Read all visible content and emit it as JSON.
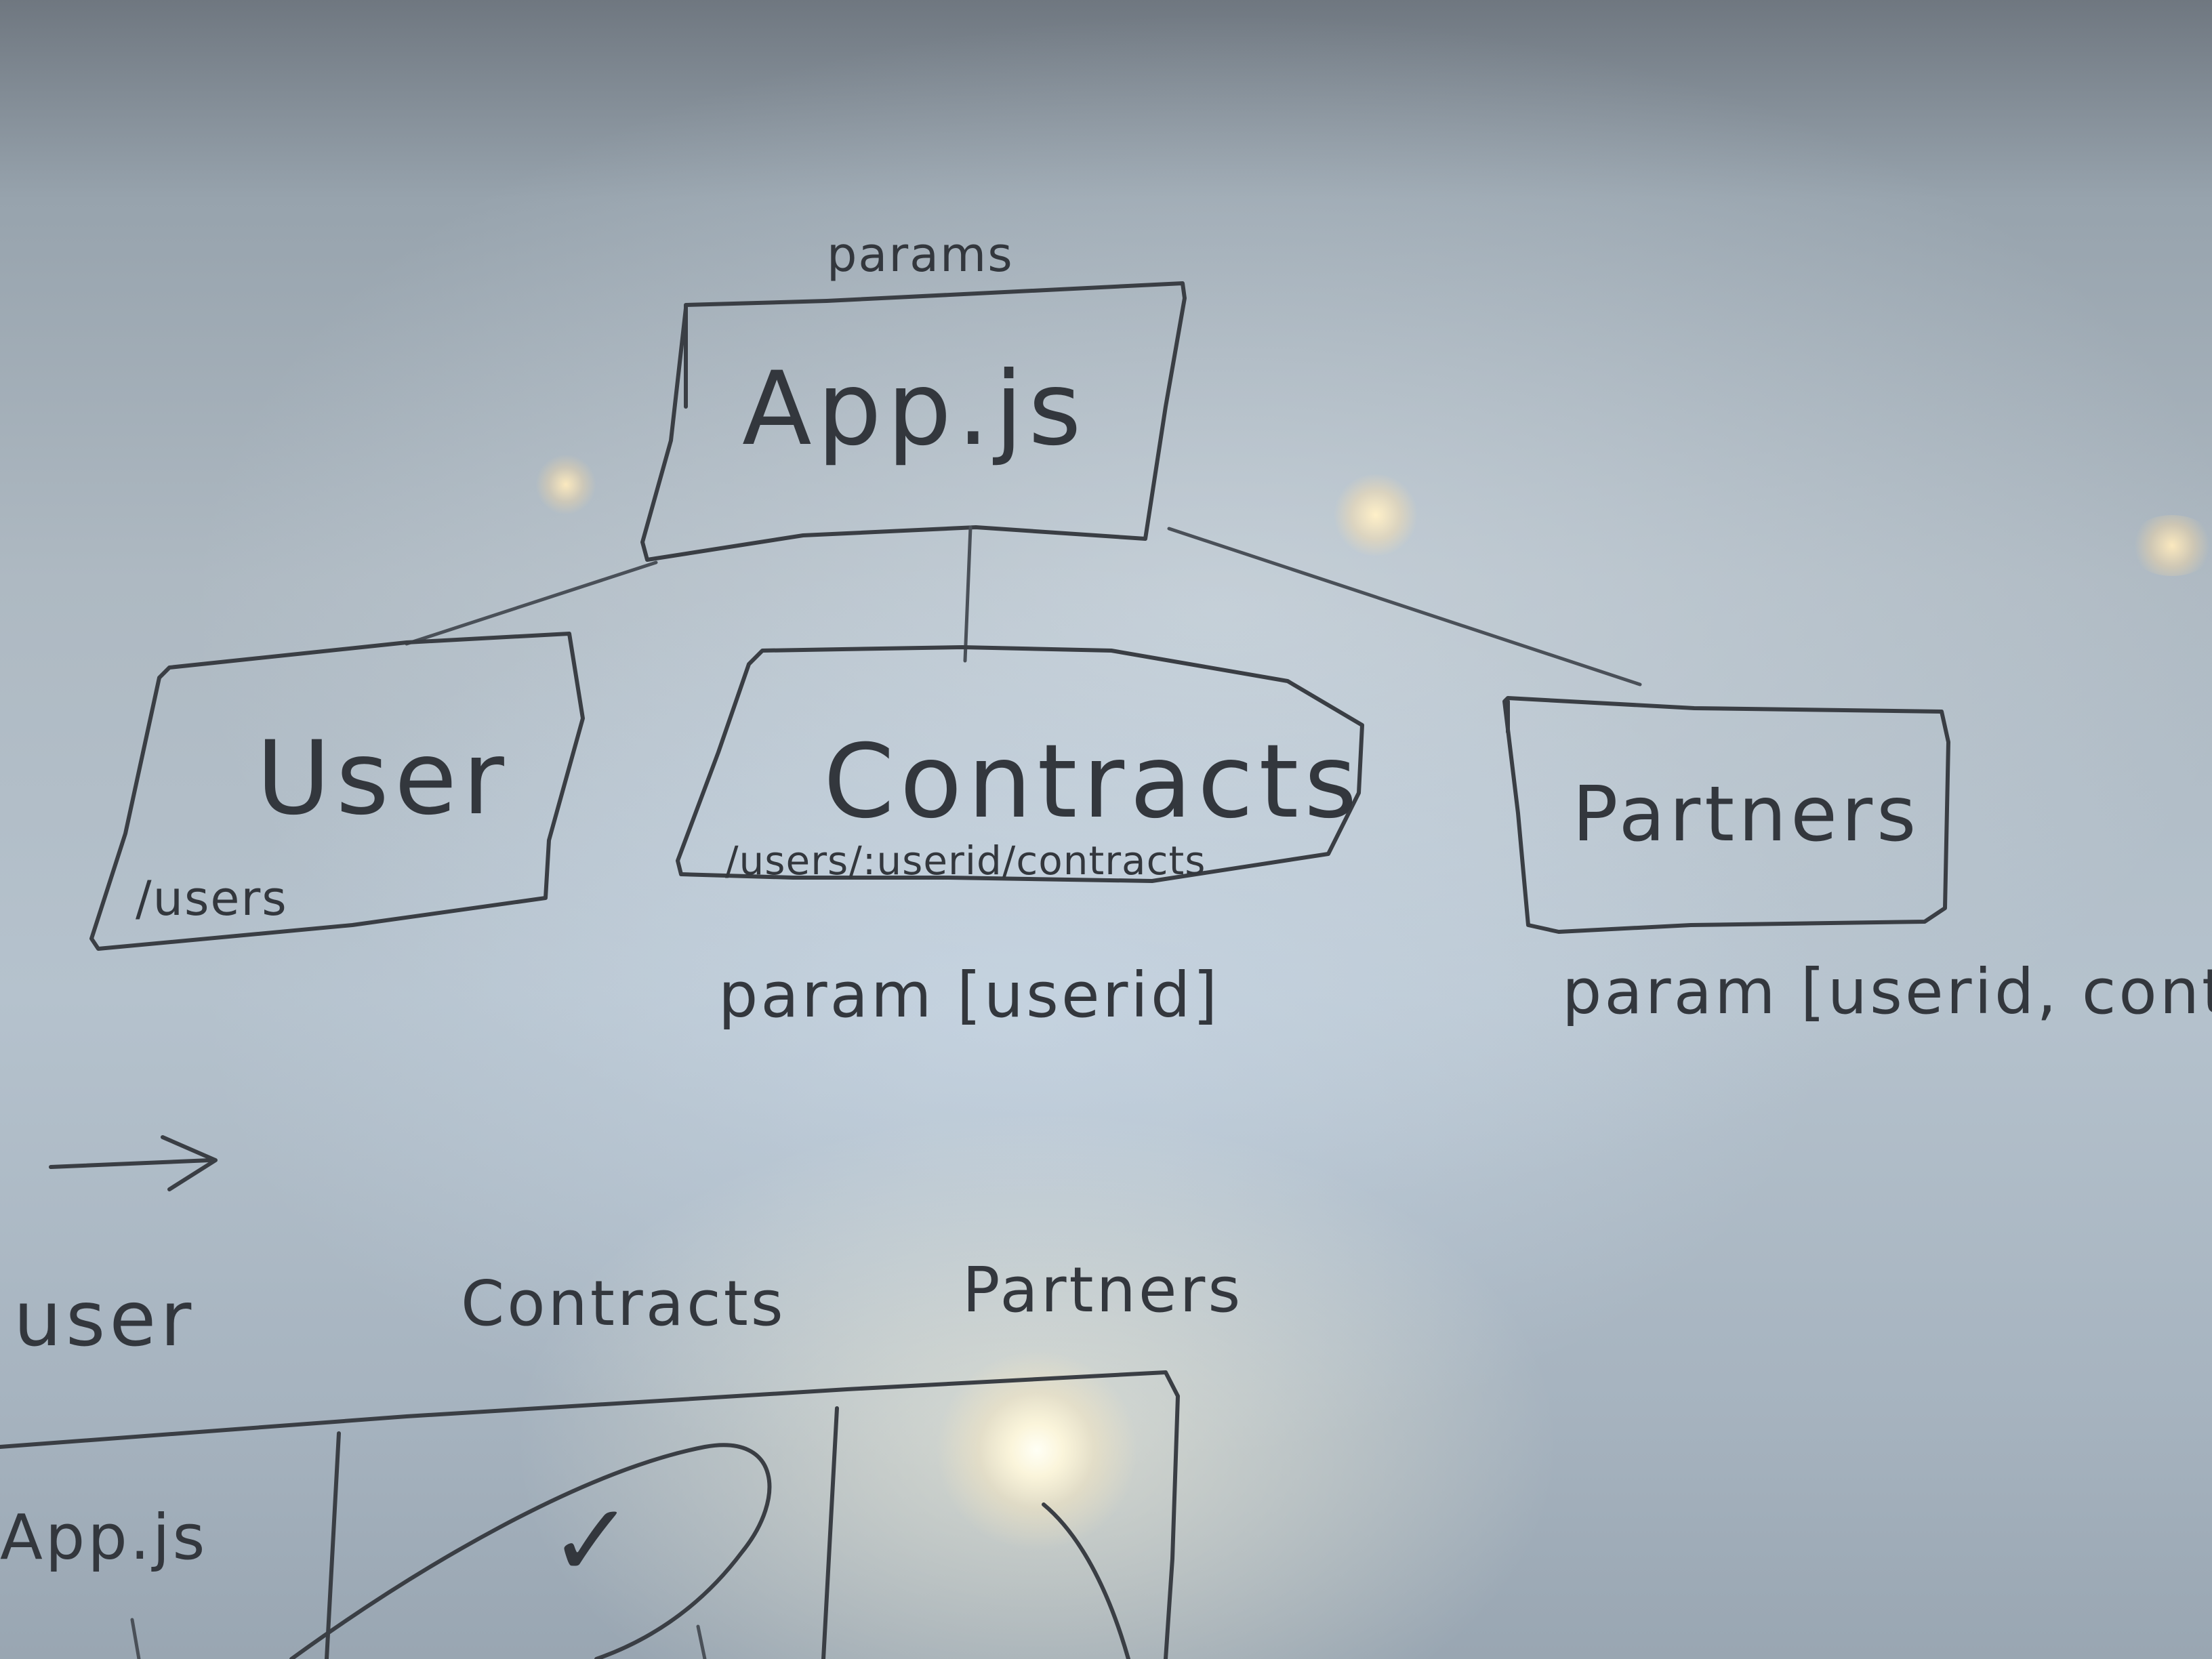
{
  "top_diagram": {
    "root": {
      "label": "App.js",
      "annotation": "params"
    },
    "children": [
      {
        "label": "User",
        "route": "/users",
        "param": ""
      },
      {
        "label": "Contracts",
        "route": "/users/:userid/contracts",
        "param": "param [userid]"
      },
      {
        "label": "Partners",
        "route": "",
        "param": "param [userid, contract"
      }
    ]
  },
  "bottom_sketch": {
    "headers": [
      "user",
      "Contracts",
      "Partners"
    ],
    "row_label": "App.js",
    "checkmark": "✓",
    "arrow_icon": "right-arrow-icon"
  },
  "colors": {
    "marker_ink": "#3a3e44",
    "board": "#b5c2cd"
  }
}
